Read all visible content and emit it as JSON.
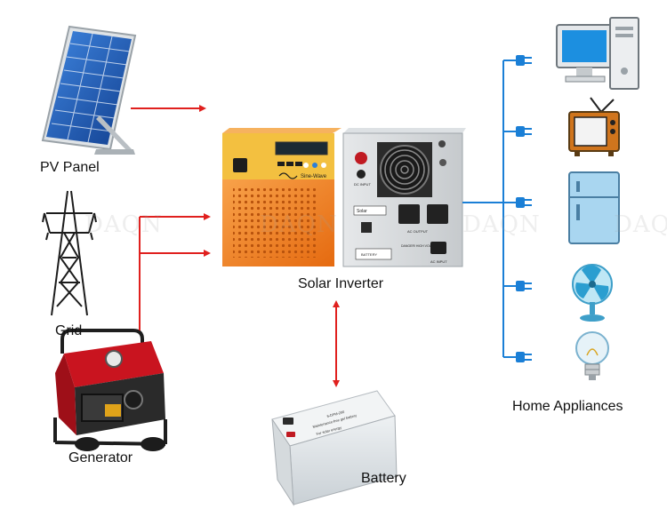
{
  "labels": {
    "pv_panel": "PV Panel",
    "grid": "Grid",
    "generator": "Generator",
    "solar_inverter": "Solar Inverter",
    "battery": "Battery",
    "home_appliances": "Home Appliances"
  },
  "inverter_front": {
    "brand_text": "Sine-Wave"
  },
  "inverter_back": {
    "input_label": "DC INPUT",
    "ac_output_label": "AC OUTPUT",
    "danger_label": "DANGER! HIGH VOLTAGE",
    "solar_label": "Solar",
    "battery_label": "BATTERY",
    "ac_input_label": "AC INPUT"
  },
  "battery_unit": {
    "text_line1": "6-DFM-200",
    "text_line2": "Maintenance-free gel battery",
    "text_line3": "For solar energy"
  },
  "watermark": "DAQN",
  "appliances": [
    "computer-icon",
    "television-icon",
    "refrigerator-icon",
    "fan-icon",
    "light-bulb-icon"
  ],
  "colors": {
    "arrow_red": "#e0201e",
    "line_blue": "#1a7fd6",
    "inverter_orange": "#f07b1f",
    "panel_blue": "#1f5fb8",
    "generator_red": "#d81e2a"
  }
}
